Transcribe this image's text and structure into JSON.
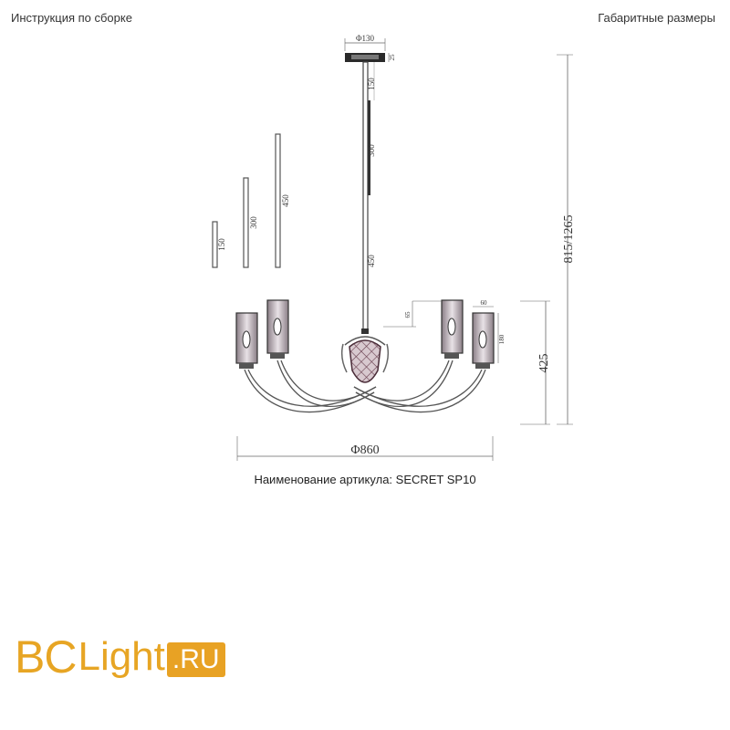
{
  "header": {
    "left_title": "Инструкция по сборке",
    "right_title": "Габаритные размеры"
  },
  "dimensions": {
    "canopy_diameter": "Φ130",
    "canopy_height": "25",
    "rod_1": "150",
    "rod_2": "300",
    "rod_3": "450",
    "total_height": "815/1265",
    "body_height": "425",
    "diameter": "Φ860",
    "shade_width": "60",
    "shade_height": "180",
    "arm_offset": "65",
    "extra_rod_small": "150",
    "extra_rod_medium": "300",
    "extra_rod_large": "450"
  },
  "caption": "Наименование артикула: SECRET SP10",
  "logo": {
    "part1": "BC",
    "part2": "Light",
    "part3": ".RU",
    "color": "#e7a524"
  }
}
